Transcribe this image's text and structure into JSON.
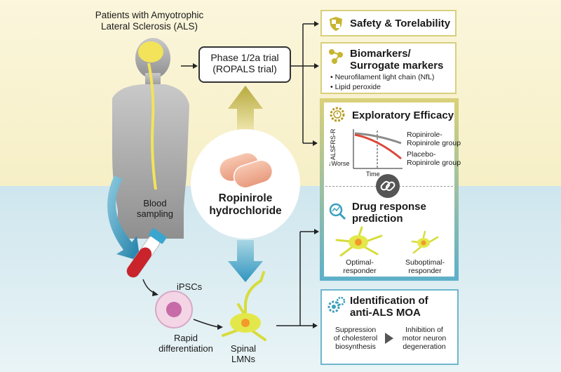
{
  "patients": {
    "line1": "Patients with Amyotrophic",
    "line2": "Lateral Sclerosis (ALS)"
  },
  "trial": {
    "line1": "Phase 1/2a trial",
    "line2": "(ROPALS trial)"
  },
  "drug": {
    "line1": "Ropinirole",
    "line2": "hydrochloride"
  },
  "blood": {
    "line1": "Blood",
    "line2": "sampling"
  },
  "ipscs": "iPSCs",
  "rapid": {
    "line1": "Rapid",
    "line2": "differentiation"
  },
  "spinal": {
    "line1": "Spinal",
    "line2": "LMNs"
  },
  "safety": {
    "title": "Safety & Torelability"
  },
  "biomarkers": {
    "title1": "Biomarkers/",
    "title2": "Surrogate markers",
    "items": [
      "• Neurofilament light chain (NfL)",
      "• Lipid peroxide"
    ]
  },
  "efficacy": {
    "title": "Exploratory Efficacy",
    "ylabel": "ALSFRS-R",
    "worse": "↓Worse",
    "xlabel": "Time",
    "group1": {
      "line1": "Ropinirole-",
      "line2": "Ropinirole group"
    },
    "group2": {
      "line1": "Placebo-",
      "line2": "Ropinirole group"
    }
  },
  "prediction": {
    "title1": "Drug response",
    "title2": "prediction",
    "optimal": {
      "line1": "Optimal-",
      "line2": "responder"
    },
    "suboptimal": {
      "line1": "Suboptimal-",
      "line2": "responder"
    }
  },
  "moa": {
    "title1": "Identification of",
    "title2": "anti-ALS MOA",
    "step1": {
      "line1": "Suppression",
      "line2": "of cholesterol",
      "line3": "biosynthesis"
    },
    "step2": {
      "line1": "Inhibition of",
      "line2": "motor neuron",
      "line3": "degeneration"
    }
  },
  "colors": {
    "gold": "#b59b1e",
    "teal": "#3a9fbf",
    "ropinirole_line": "#8c8c8c",
    "placebo_line": "#d9483b",
    "neuron": "#e3e84a",
    "nucleus": "#f39a2b"
  }
}
